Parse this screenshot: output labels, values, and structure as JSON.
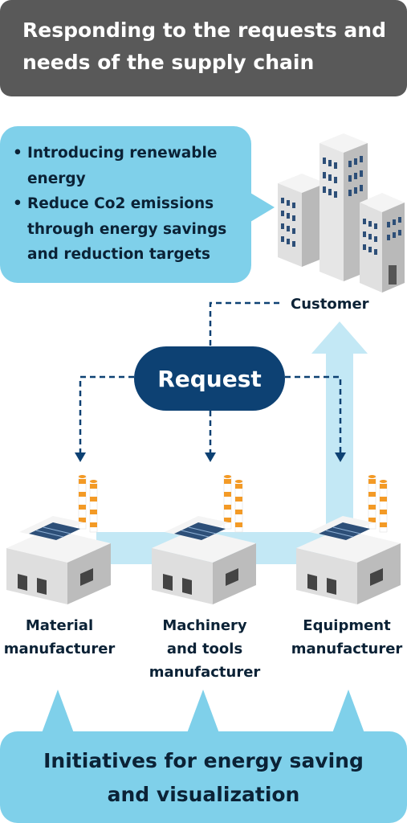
{
  "header": {
    "title_line1": "Responding to the requests and",
    "title_line2": "needs of the supply chain"
  },
  "customer_bubble": {
    "items": [
      {
        "line1": "Introducing renewable",
        "line2": "energy"
      },
      {
        "line1": "Reduce Co2 emissions",
        "line2": "through energy savings",
        "line3": "and reduction targets"
      }
    ]
  },
  "customer": {
    "label": "Customer"
  },
  "request": {
    "label": "Request"
  },
  "manufacturers": [
    {
      "line1": "Material",
      "line2": "manufacturer"
    },
    {
      "line1": "Machinery",
      "line2": "and tools",
      "line3": "manufacturer"
    },
    {
      "line1": "Equipment",
      "line2": "manufacturer"
    }
  ],
  "bottom": {
    "line1": "Initiatives for energy saving",
    "line2": "and visualization"
  },
  "colors": {
    "header_bg": "#595959",
    "light_blue": "#7fd0ea",
    "pale_blue": "#c3e8f5",
    "navy": "#0d4173",
    "text_dark": "#0b2236",
    "chimney_orange": "#f39a26"
  }
}
